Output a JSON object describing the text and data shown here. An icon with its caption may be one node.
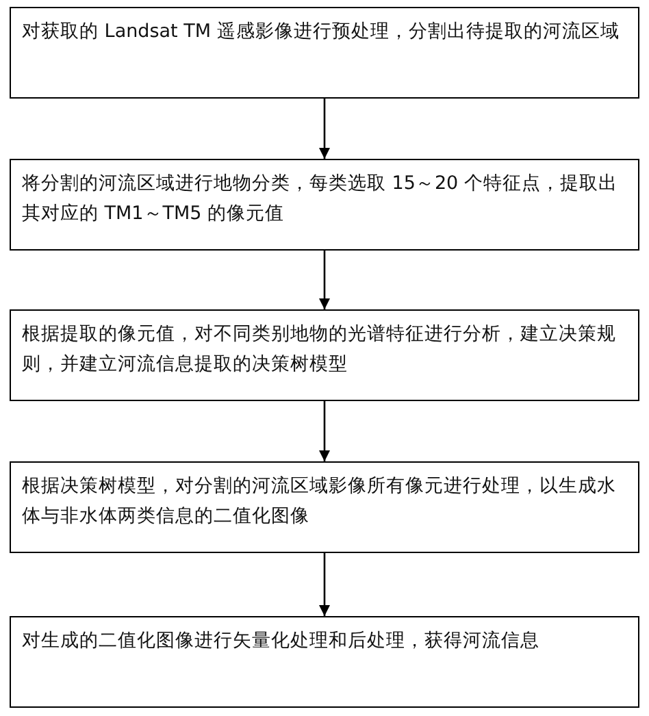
{
  "diagram": {
    "nodes": [
      {
        "text": [
          "对获取的 Landsat TM 遥感影像进行预处理，分割出待提取的河流区域"
        ]
      },
      {
        "text": [
          "将分割的河流区域进行地物分类，每类选取 15～20 个特征点，提取出其对应的 TM1～TM5 的像元值"
        ]
      },
      {
        "text": [
          "根据提取的像元值，对不同类别地物的光谱特征进行分析，建立决策规则，并建立河流信息提取的决策树模型"
        ]
      },
      {
        "text": [
          "根据决策树模型，对分割的河流区域影像所有像元进行处理，以生成水体与非水体两类信息的二值化图像"
        ]
      },
      {
        "text": [
          "对生成的二值化图像进行矢量化处理和后处理，获得河流信息"
        ]
      }
    ],
    "edges": [
      {
        "from": 0,
        "to": 1,
        "arrow": "to"
      },
      {
        "from": 1,
        "to": 2,
        "arrow": "to"
      },
      {
        "from": 2,
        "to": 3,
        "arrow": "to"
      },
      {
        "from": 3,
        "to": 4,
        "arrow": "to"
      }
    ]
  }
}
